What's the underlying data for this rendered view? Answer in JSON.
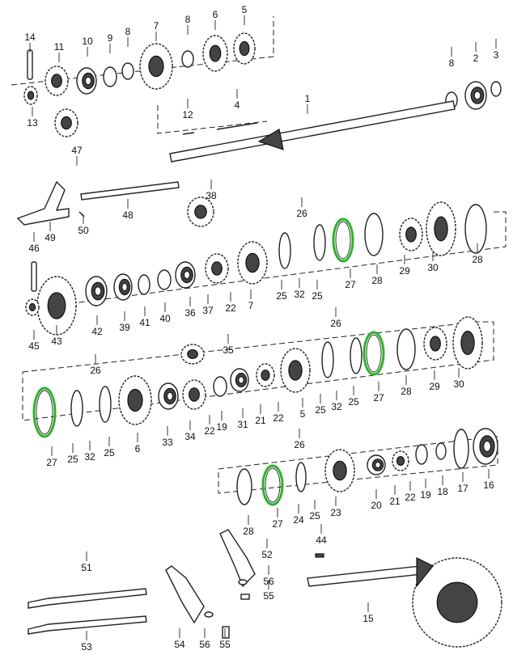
{
  "title": "Transmission gear train exploded parts diagram",
  "colors": {
    "line": "#222222",
    "synchro_ring": "#2bb32b",
    "background": "#ffffff"
  },
  "labels": [
    "14",
    "11",
    "10",
    "9",
    "8",
    "7",
    "8",
    "6",
    "5",
    "8",
    "2",
    "3",
    "1",
    "12",
    "4",
    "13",
    "47",
    "49",
    "50",
    "48",
    "38",
    "46",
    "26",
    "45",
    "43",
    "42",
    "39",
    "41",
    "40",
    "36",
    "37",
    "22",
    "7",
    "25",
    "32",
    "25",
    "27",
    "28",
    "29",
    "30",
    "28",
    "35",
    "26",
    "26",
    "29",
    "30",
    "28",
    "27",
    "25",
    "32",
    "25",
    "5",
    "22",
    "21",
    "31",
    "19",
    "22",
    "34",
    "33",
    "6",
    "25",
    "32",
    "25",
    "27",
    "26",
    "28",
    "27",
    "24",
    "25",
    "23",
    "20",
    "21",
    "22",
    "19",
    "18",
    "17",
    "16",
    "44",
    "52",
    "51",
    "56",
    "55",
    "15",
    "53",
    "54",
    "56",
    "55"
  ]
}
